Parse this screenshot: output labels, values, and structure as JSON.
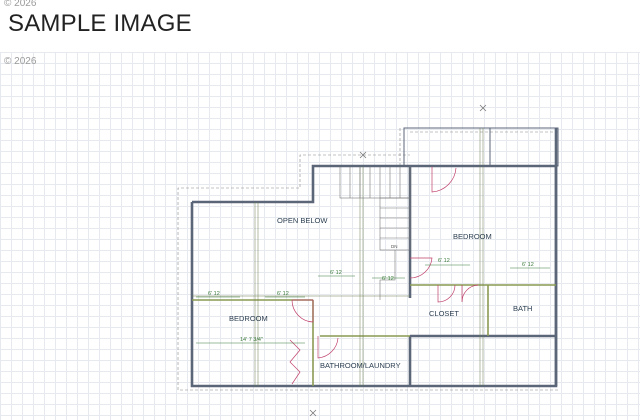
{
  "header": {
    "copyright_top": "© 2026",
    "title": "SAMPLE IMAGE",
    "copyright_bottom": "© 2026"
  },
  "plan": {
    "rooms": {
      "open_below": "OPEN BELOW",
      "bedroom_left": "BEDROOM",
      "bedroom_right": "BEDROOM",
      "closet": "CLOSET",
      "bath": "BATH",
      "bathroom_laundry": "BATHROOM/LAUNDRY"
    },
    "dimensions": {
      "d1": "6' 12",
      "d2": "6' 12",
      "d3": "6' 12",
      "d4": "6' 12",
      "d5": "6' 12",
      "d6": "6' 12",
      "d7": "14' 7 3/4\""
    },
    "notes": {
      "stair_dn": "DN"
    }
  },
  "colors": {
    "wall": "#5b6678",
    "interior_wall": "#8a9a52",
    "dimension": "#3a7a3a",
    "grid": "#e6e9ee",
    "door": "#c0406a"
  }
}
